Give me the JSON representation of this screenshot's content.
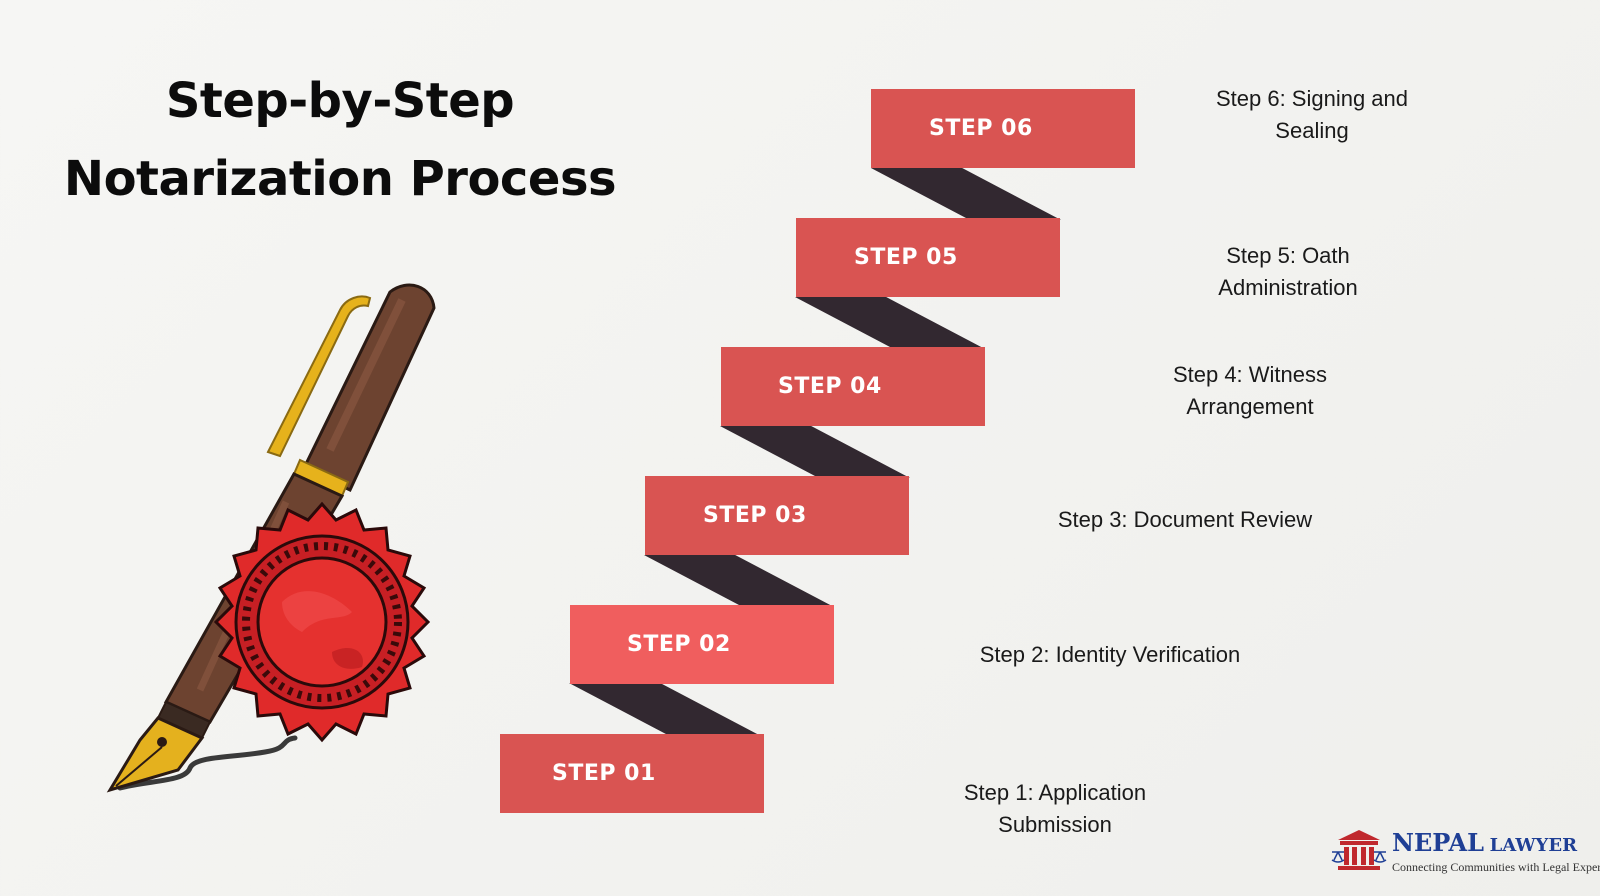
{
  "title": {
    "line1": "Step-by-Step",
    "line2": "Notarization Process"
  },
  "steps": [
    {
      "label": "STEP 01",
      "description_line1": "Step 1: Application",
      "description_line2": "Submission"
    },
    {
      "label": "STEP 02",
      "description_line1": "Step 2: Identity Verification",
      "description_line2": ""
    },
    {
      "label": "STEP 03",
      "description_line1": "Step 3: Document Review",
      "description_line2": ""
    },
    {
      "label": "STEP 04",
      "description_line1": "Step 4: Witness",
      "description_line2": "Arrangement"
    },
    {
      "label": "STEP 05",
      "description_line1": "Step 5: Oath",
      "description_line2": "Administration"
    },
    {
      "label": "STEP 06",
      "description_line1": "Step 6: Signing and",
      "description_line2": "Sealing"
    }
  ],
  "logo": {
    "name_part1": "NEPAL",
    "name_part2": "LAWYER",
    "tagline": "Connecting Communities with Legal Experts"
  },
  "colors": {
    "step_box": "#d95452",
    "step_box_highlight": "#f05e5e",
    "connector": "#322830",
    "logo_blue": "#1f3f95",
    "logo_red": "#c0282d"
  },
  "icons": [
    "fountain-pen-icon",
    "wax-seal-icon",
    "courthouse-icon"
  ]
}
